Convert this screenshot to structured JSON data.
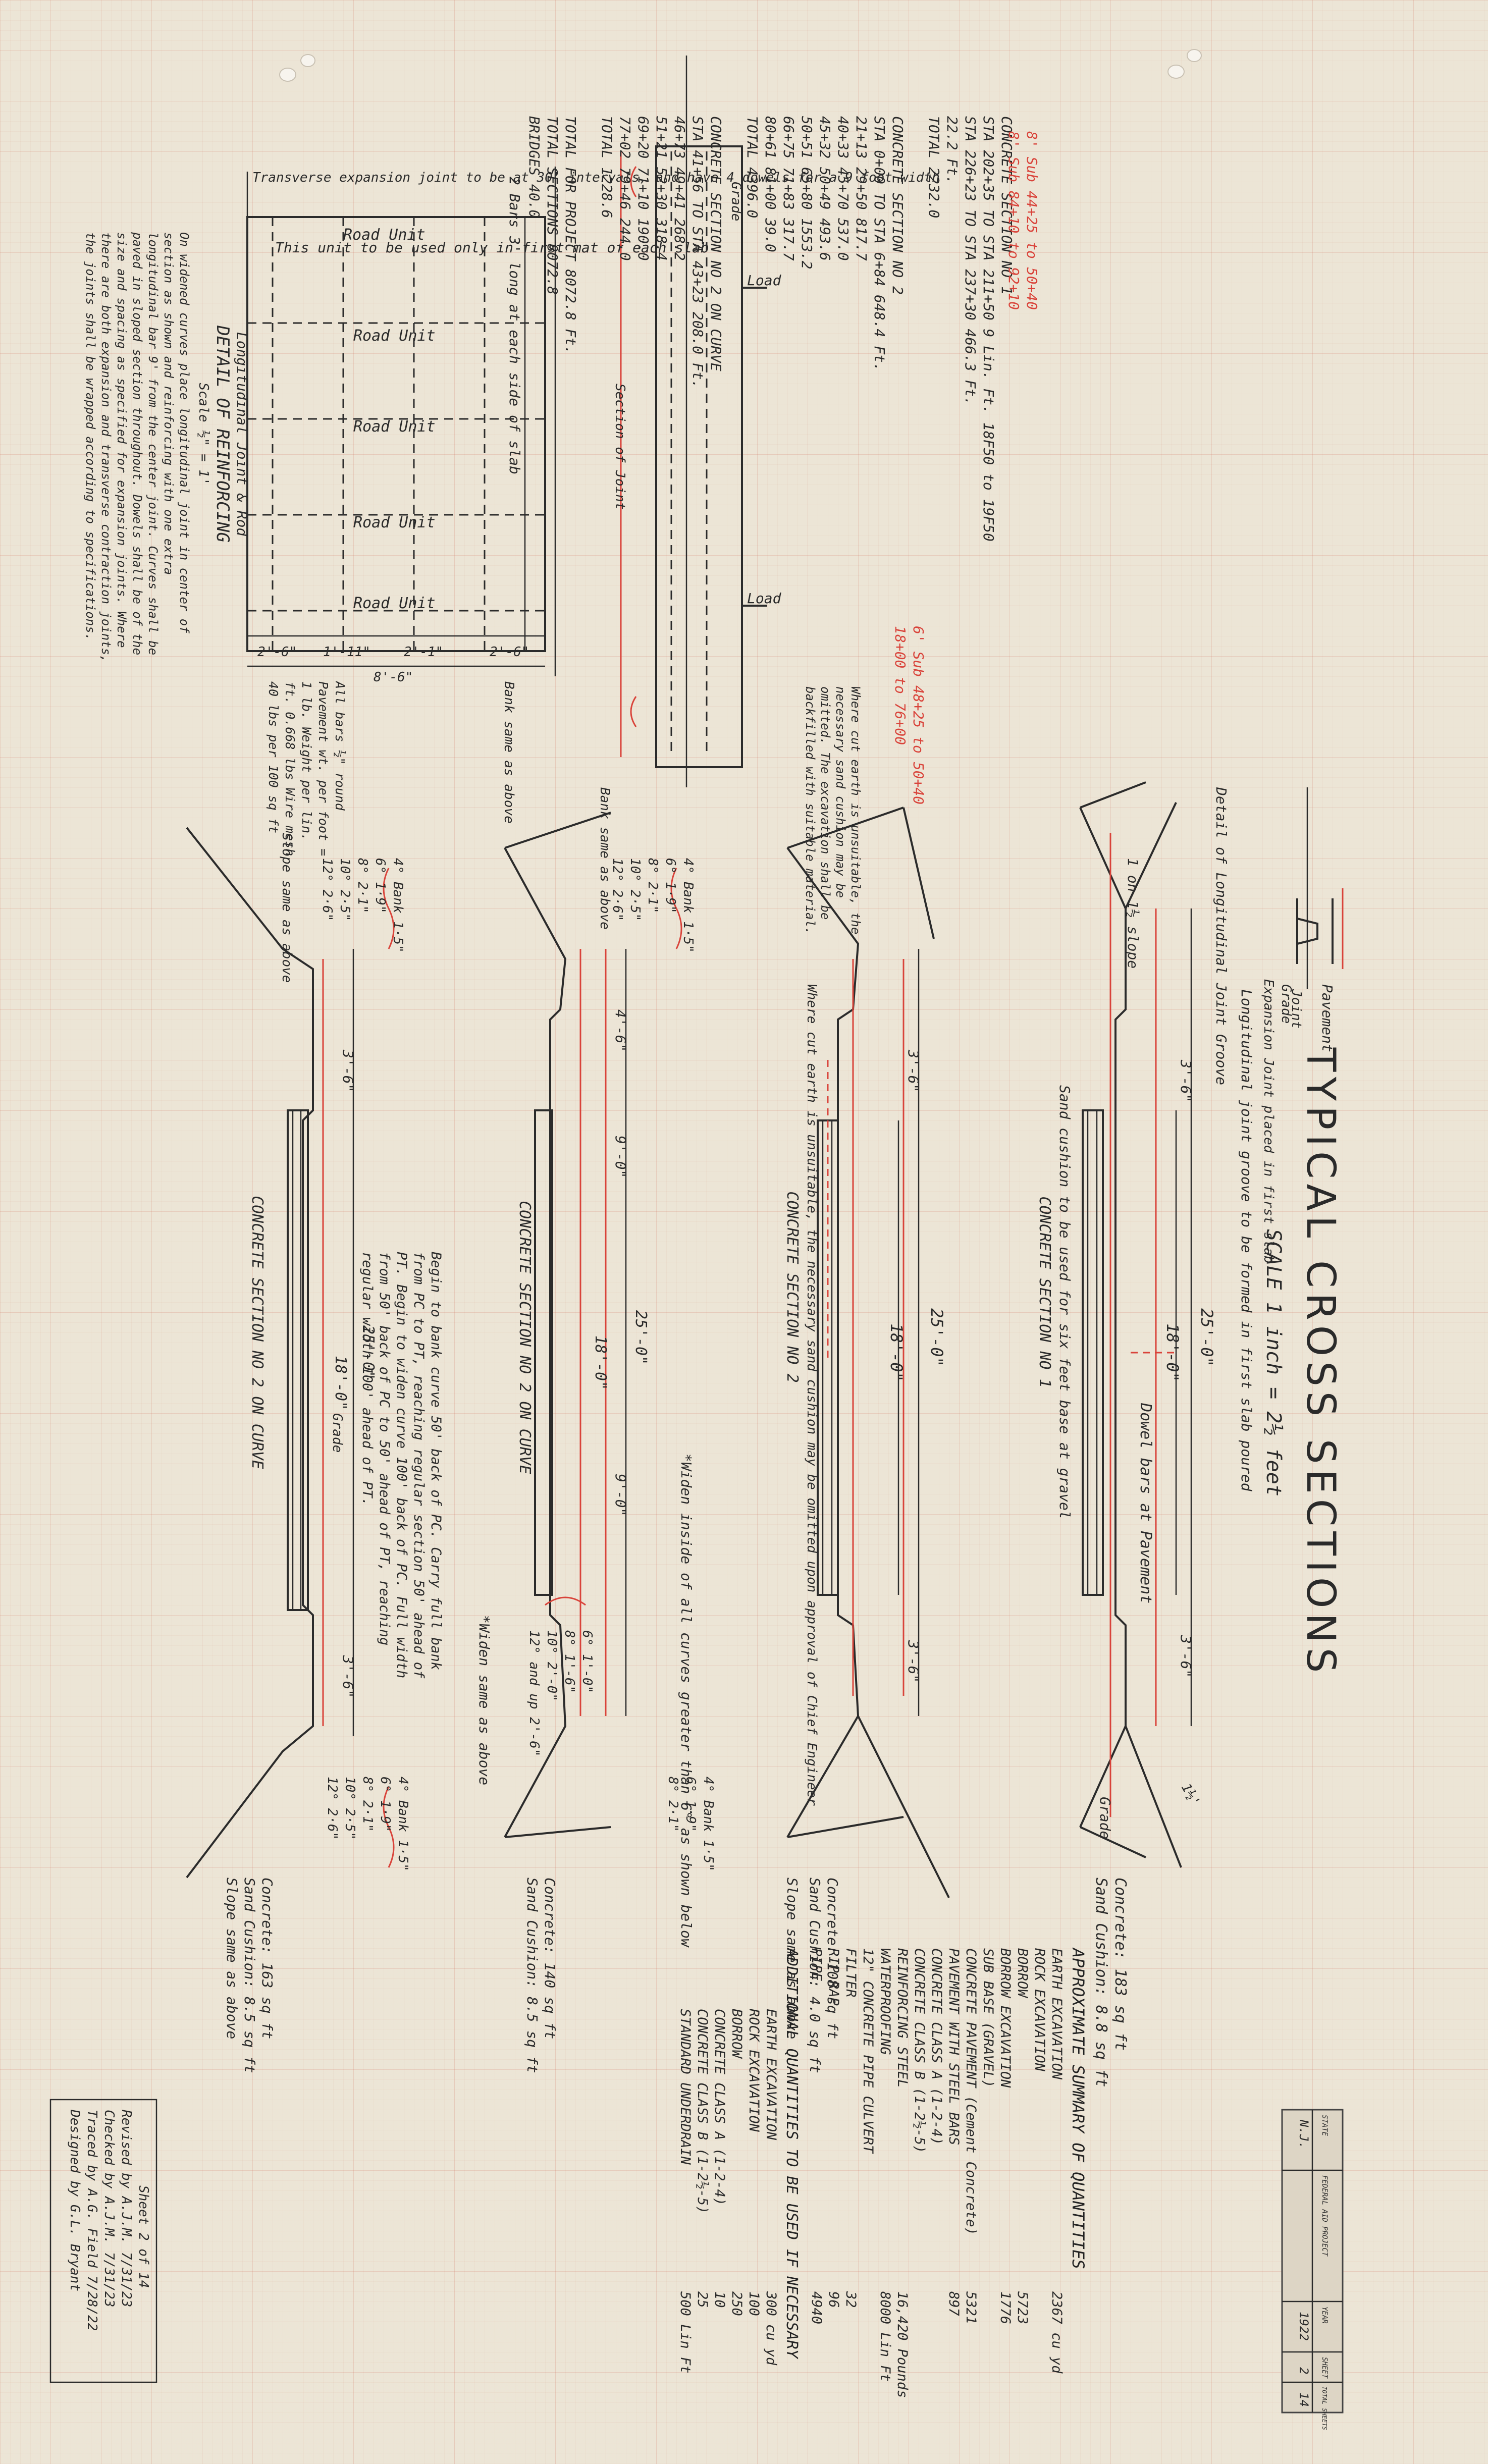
{
  "title": "TYPICAL CROSS SECTIONS",
  "scale": "SCALE 1 inch = 2½ feet",
  "sections": {
    "s1": {
      "caption": "CONCRETE SECTION NO 1",
      "total_width": "25'-0\"",
      "slab_width": "18'-0\"",
      "side_widths": [
        "3'-6\"",
        "3'-6\""
      ],
      "shoulder": "1½'",
      "notes": [
        "Concrete: 183 sq ft",
        "Sand Cushion: 8.8 sq ft"
      ],
      "slope": "1 on 1½ slope",
      "base_note": "Sand cushion to be used for six feet base at gravel",
      "center_note": "Dowel bars at Pavement",
      "grade": "Grade"
    },
    "s2": {
      "caption": "CONCRETE SECTION NO 2",
      "total_width": "25'-0\"",
      "slab_width": "18'-0\"",
      "side_widths": [
        "3'-6\"",
        "3'-6\""
      ],
      "notes": [
        "Concrete: 108 sq ft",
        "Sand Cushion: 4.0 sq ft"
      ],
      "slope": "Slope same as above",
      "base_note": "Where cut earth is unsuitable, the necessary sand cushion may be omitted upon approval of Chief Engineer",
      "widen_note": "*Widen inside of all curves greater than 6° as shown below"
    },
    "s3": {
      "caption": "CONCRETE SECTION NO 2 ON CURVE",
      "total_width": "25'-0\"",
      "slab_width": "18'-0\"",
      "widths": [
        "4'-6\"",
        "9'-0\"",
        "9'-0\""
      ],
      "bank_table": [
        "4° Bank  1·5\"",
        "6°   1·9\"",
        "8°   2·1\"",
        "10°  2·5\"",
        "12°  2·6\""
      ],
      "notes": [
        "Concrete: 140 sq ft",
        "Sand Cushion: 8.5 sq ft"
      ],
      "method": "Begin to bank curve 50' back of PC. Carry full bank from PC to PT, reaching regular section 50' ahead of PT. Begin to widen curve 100' back of PC. Full width from 50' back of PC to 50' ahead of PT, reaching regular width 100' ahead of PT.",
      "widen_table": [
        "6°   1'-0\"",
        "8°   1'-6\"",
        "10°  2'-0\"",
        "12° and up  2'-6\""
      ],
      "slope": "Bank same as above",
      "widen_same": "*Widen same as above"
    },
    "s4": {
      "caption": "CONCRETE SECTION NO 2 ON CURVE",
      "total_width": "25'-0\"",
      "slab_width": "18'-0\"",
      "widths": [
        "3'-6\"",
        "3'-6\""
      ],
      "bank_table": [
        "4° Bank  1·5\"",
        "6°   1·9\"",
        "8°   2·1\"",
        "10°  2·5\"",
        "12°  2·6\""
      ],
      "notes": [
        "Concrete: 163 sq ft",
        "Sand Cushion: 8.5 sq ft"
      ],
      "bars_note": "All bars ½\" round Pavement wt. per foot = 1 lb. Weight per lin. ft. 0.668 lbs Wire mesh 40 lbs per 100 sq ft",
      "slope": "Slope same as above",
      "bank_same": "Bank same as above",
      "grade": "Grade"
    }
  },
  "reinforcing": {
    "title": "DETAIL OF REINFORCING",
    "scale": "Scale ½\" = 1'",
    "joint_title": "Longitudinal Joint & Rod",
    "labels": [
      "Road Unit",
      "Road Unit",
      "Road Unit",
      "Road Unit",
      "Road Unit"
    ],
    "note": "This unit to be used only in first mat of each slab",
    "transverse": "Transverse expansion joint to be at 30' intervals, and have 4 dowels for a 9 foot width",
    "dims": [
      "2'-6\"",
      "1'-11\"",
      "2'-1\"",
      "2'-6\"",
      "8'-6\""
    ],
    "bars": "2 Bars 3' long at each side of slab",
    "extra_note": "On widened curves place longitudinal joint in center of section as shown and reinforcing with one extra longitudinal bar 9' from the center joint. Curves shall be paved in sloped section throughout. Dowels shall be of the size and spacing as specified for expansion joints. Where there are both expansion and transverse contraction joints, the joints shall be wrapped according to specifications.",
    "section_label": "Section of Joint",
    "grade": "Grade",
    "load": [
      "Load",
      "Load"
    ]
  },
  "quantities_sections": {
    "lines": [
      "CONCRETE SECTION NO 1",
      "STA 202+35 TO STA 211+50     9 Lin. Ft.   18F50 to 19F50",
      "STA 226+23 TO STA 237+30     466.3 Ft.",
      "                            22.2 Ft.",
      "                  TOTAL     2232.0",
      "",
      "CONCRETE SECTION NO 2",
      "STA 0+00 TO STA 6+84        648.4 Ft.",
      "    21+13       29+50       817.7",
      "    40+33       45+70       537.0",
      "    45+32       50+49       493.6",
      "    50+51       65+80       1553.2",
      "    66+75       71+83       317.7",
      "    80+61       81+00       39.0",
      "                    TOTAL   4396.0",
      "",
      "CONCRETE SECTION NO 2 ON CURVE",
      "STA 41+56 TO STA 43+23      208.0 Ft.",
      "    46+73       49+41       268.2",
      "    51+21       52+30       318.4",
      "    69+20       71+10       190.0",
      "    77+02       79+46       244.0",
      "                    TOTAL   1228.6",
      "",
      "TOTAL FOR PROJECT          8072.8 Ft.",
      "TOTAL SECTIONS             8072.8",
      "BRIDGES                    40.0"
    ],
    "red_notes": [
      "8' Sub 44+25 to 50+40",
      "8' Sub 84+10 to 92+10",
      "6' Sub 48+25 to 50+40",
      "18+00 to 76+00"
    ],
    "side_notes": "Where cut earth is unsuitable, the necessary sand cushion may be omitted. The excavation shall be backfilled with suitable material."
  },
  "approx_summary": {
    "title": "APPROXIMATE SUMMARY OF QUANTITIES",
    "items": [
      [
        "EARTH EXCAVATION",
        "2367 cu yd"
      ],
      [
        "ROCK EXCAVATION",
        ""
      ],
      [
        "BORROW",
        "5723"
      ],
      [
        "BORROW EXCAVATION",
        "1776"
      ],
      [
        "SUB BASE (GRAVEL)",
        ""
      ],
      [
        "CONCRETE PAVEMENT (Cement Concrete)",
        "5321"
      ],
      [
        "PAVEMENT WITH STEEL BARS",
        "897"
      ],
      [
        "CONCRETE CLASS A (1-2-4)",
        ""
      ],
      [
        "CONCRETE CLASS B (1-2½-5)",
        ""
      ],
      [
        "REINFORCING STEEL",
        "16,420 Pounds"
      ],
      [
        "WATERPROOFING",
        "8000 Lin Ft"
      ],
      [
        "12\" CONCRETE PIPE CULVERT",
        ""
      ],
      [
        "FILTER",
        "32"
      ],
      [
        "RIP RAP",
        "96"
      ],
      [
        "PIPE",
        "4940"
      ]
    ],
    "additional_title": "ADDITIONAL QUANTITIES TO BE USED IF NECESSARY",
    "additional": [
      [
        "EARTH EXCAVATION",
        "300 cu yd"
      ],
      [
        "ROCK EXCAVATION",
        "100"
      ],
      [
        "BORROW",
        "250"
      ],
      [
        "CONCRETE CLASS A (1-2-4)",
        "10"
      ],
      [
        "CONCRETE CLASS B (1-2½-5)",
        "25"
      ],
      [
        "STANDARD UNDERDRAIN",
        "500 Lin Ft"
      ]
    ]
  },
  "joint_detail": {
    "title": "Detail of Longitudinal Joint Groove",
    "labels": [
      "Pavement",
      "Joint",
      "Grade",
      "Expansion Joint placed in first slab"
    ],
    "note": "Longitudinal joint groove to be formed in first slab poured"
  },
  "signatures": {
    "lines": [
      "Designed by G.L. Bryant",
      "Traced by A.G. Field 7/28/22",
      "Checked by A.J.M. 7/31/23",
      "Revised by A.J.M. 7/31/23",
      "Sheet 2 of 14"
    ]
  },
  "stamp": {
    "row1": [
      "STATE",
      "FEDERAL AID PROJECT",
      "YEAR",
      "SHEET",
      "TOTAL SHEETS"
    ],
    "row2": [
      "N.J.",
      "",
      "1922",
      "2",
      "14"
    ]
  },
  "colors": {
    "paper": "#ece5d6",
    "grid": "#d2786a",
    "ink": "#2b2b2b",
    "red_ink": "#d9433a"
  }
}
